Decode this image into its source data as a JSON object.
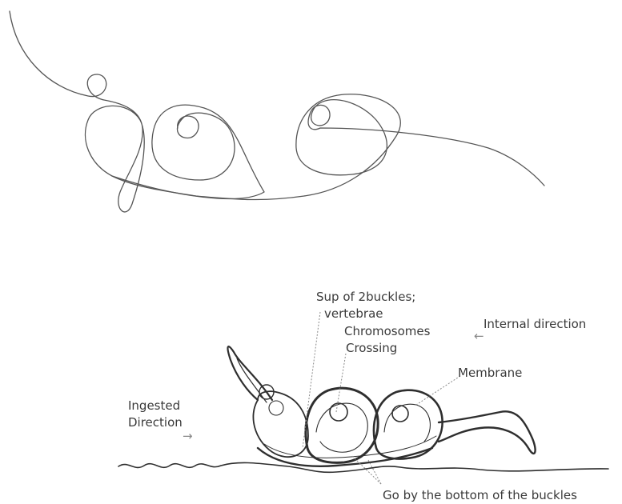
{
  "labels": {
    "sup_of_buckles": "Sup of 2buckles;",
    "vertebrae": "vertebrae",
    "chromosomes": "Chromosomes",
    "crossing": "Crossing",
    "internal_direction": "Internal direction",
    "membrane": "Membrane",
    "ingested_line1": "Ingested",
    "ingested_line2": "Direction",
    "bottom_note": "Go by the bottom of the buckles"
  },
  "icons": {
    "internal_arrow": "left-arrow-icon",
    "ingested_arrow": "right-arrow-icon"
  },
  "colors": {
    "stroke": "#4a4a4a",
    "text": "#3a3a3a",
    "leader": "#8a8a8a"
  }
}
